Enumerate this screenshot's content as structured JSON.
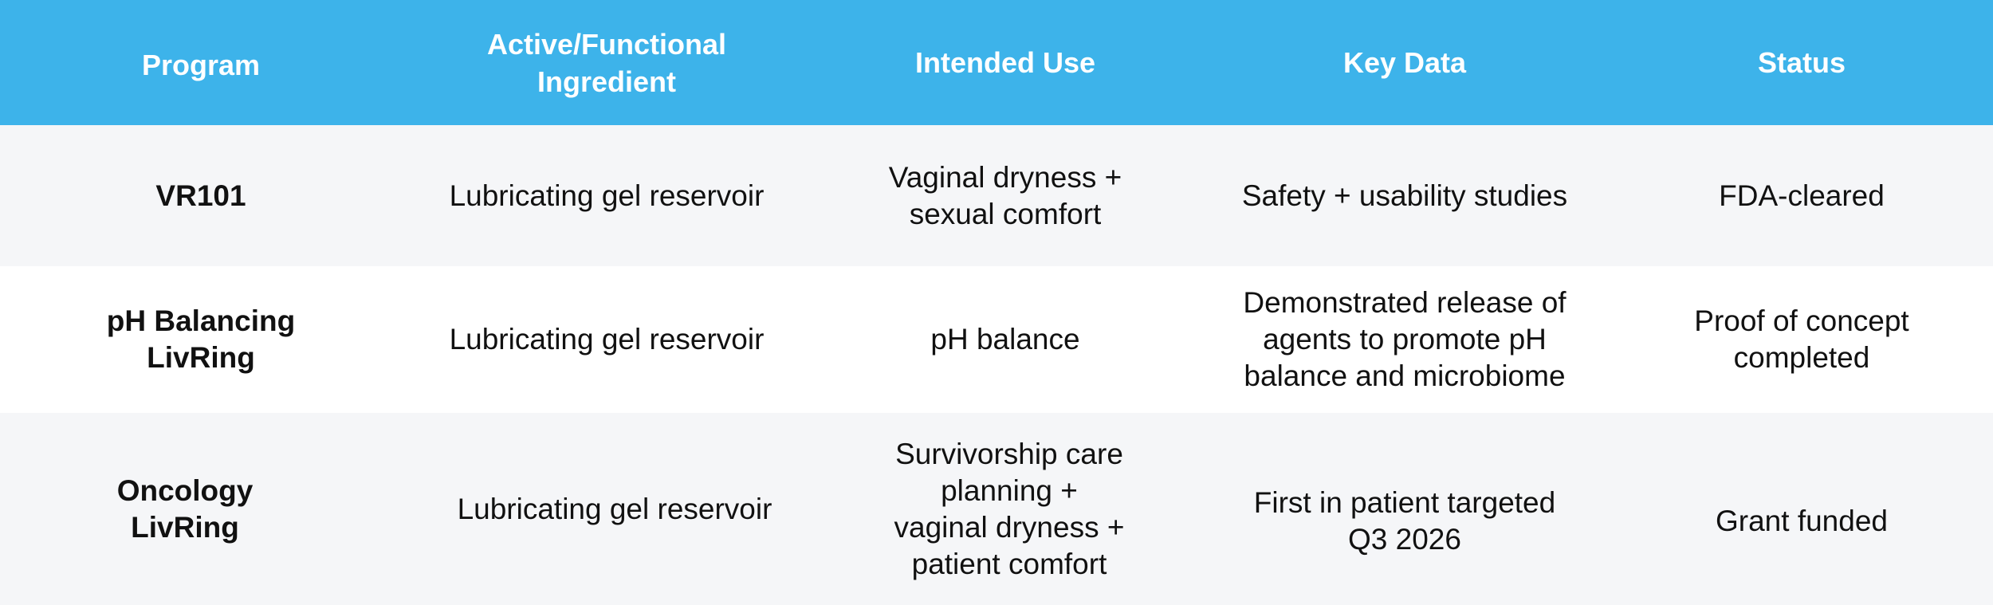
{
  "colors": {
    "header_bg": "#3db3ea",
    "header_text": "#ffffff",
    "row_shade": "#f5f6f8",
    "row_plain": "#ffffff",
    "text": "#111111"
  },
  "table": {
    "headers": [
      "Program",
      "Active/Functional\nIngredient",
      "Intended Use",
      "Key Data",
      "Status"
    ],
    "rows": [
      [
        "VR101",
        "Lubricating gel reservoir",
        "Vaginal dryness +\nsexual comfort",
        "Safety + usability studies",
        "FDA-cleared"
      ],
      [
        "pH Balancing\nLivRing",
        "Lubricating gel reservoir",
        "pH balance",
        "Demonstrated release of\nagents to promote pH\nbalance and microbiome",
        "Proof of concept\ncompleted"
      ],
      [
        "Oncology\nLivRing",
        "Lubricating gel reservoir",
        "Survivorship care\nplanning +\nvaginal dryness +\npatient comfort",
        "First in patient targeted\nQ3 2026",
        "Grant funded"
      ]
    ]
  }
}
